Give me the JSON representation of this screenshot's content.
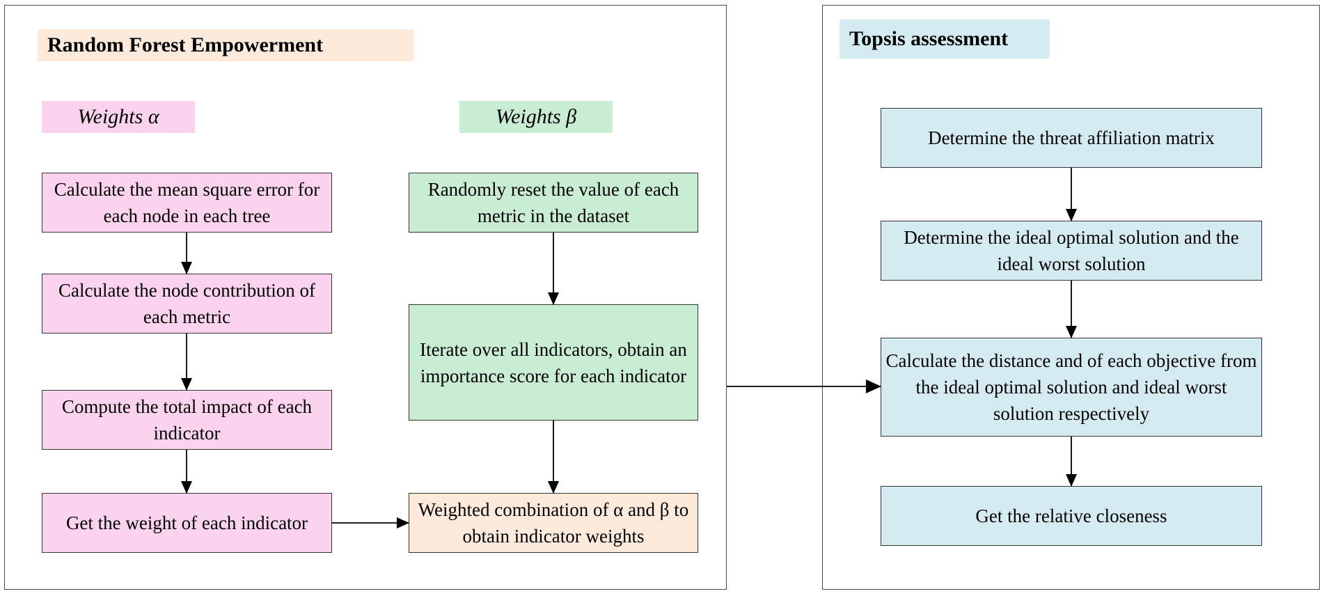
{
  "left_panel": {
    "title": "Random Forest Empowerment",
    "weights_alpha_label": "Weights α",
    "weights_beta_label": "Weights β",
    "alpha_steps": [
      "Calculate the mean square error for each node in each tree",
      "Calculate the node contribution of each metric",
      "Compute the total impact of each indicator",
      "Get the weight of each indicator"
    ],
    "beta_steps": [
      "Randomly reset the value of each metric in the dataset",
      "Iterate over all indicators, obtain an importance score for each indicator"
    ],
    "combination_step": "Weighted combination of α and β to obtain indicator weights"
  },
  "right_panel": {
    "title": "Topsis assessment",
    "steps": [
      "Determine the threat affiliation matrix",
      "Determine the ideal optimal solution and the ideal worst solution",
      "Calculate the distance  and  of each objective from the ideal optimal solution and ideal worst solution respectively",
      "Get the relative closeness"
    ]
  },
  "colors": {
    "alpha": "#fbd3ee",
    "beta": "#c8edd2",
    "combination": "#fdeadb",
    "topsis": "#d4ecf1",
    "left_title_bg": "#fdeadb",
    "right_title_bg": "#d4ecf1"
  }
}
